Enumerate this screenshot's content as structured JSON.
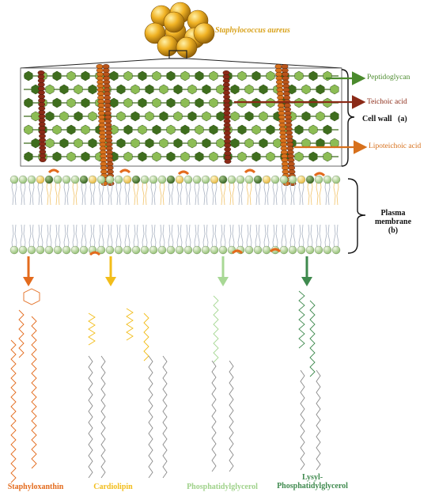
{
  "title": "Staphylococcus aureus",
  "cell_wall": {
    "peptidoglycan": "Peptidoglycan",
    "teichoic_acid": "Teichoic acid",
    "lipoteichoic_acid": "Lipoteichoic acid",
    "label": "Cell wall",
    "label_tag": "(a)"
  },
  "membrane": {
    "label_line1": "Plasma",
    "label_line2": "membrane",
    "label_tag": "(b)"
  },
  "lipids": {
    "staphyloxanthin": "Staphyloxanthin",
    "cardiolipin": "Cardiolipin",
    "phosphatidylglycerol": "Phosphatidylglycerol",
    "lysyl_line1": "Lysyl-",
    "lysyl_line2": "Phosphatidylglycerol"
  },
  "colors": {
    "staphyloxanthin": "#e36b1d",
    "cardiolipin": "#f2bd1a",
    "phosphatidylglycerol": "#a8d895",
    "lysyl": "#3f8a4e",
    "peptidoglycan": "#5a8f2a",
    "teichoic": "#8b2a17",
    "lipoteichoic": "#d7701b",
    "cocci": "#e3a21a"
  }
}
